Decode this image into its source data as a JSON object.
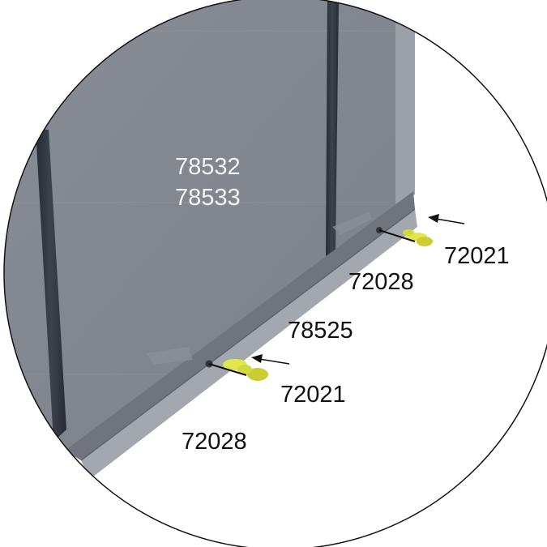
{
  "callouts": {
    "panel_code_1": "78532",
    "panel_code_2": "78533",
    "rail_code": "78525",
    "fastener_upper_right": "72021",
    "bracket_upper_right": "72028",
    "fastener_lower": "72021",
    "bracket_lower": "72028"
  },
  "colors": {
    "panel": "#838891",
    "rail_top": "#6f747c",
    "rail_front": "#9fa4ab",
    "post": "#30363f",
    "fastener": "#d9de43",
    "outline": "#111111"
  }
}
